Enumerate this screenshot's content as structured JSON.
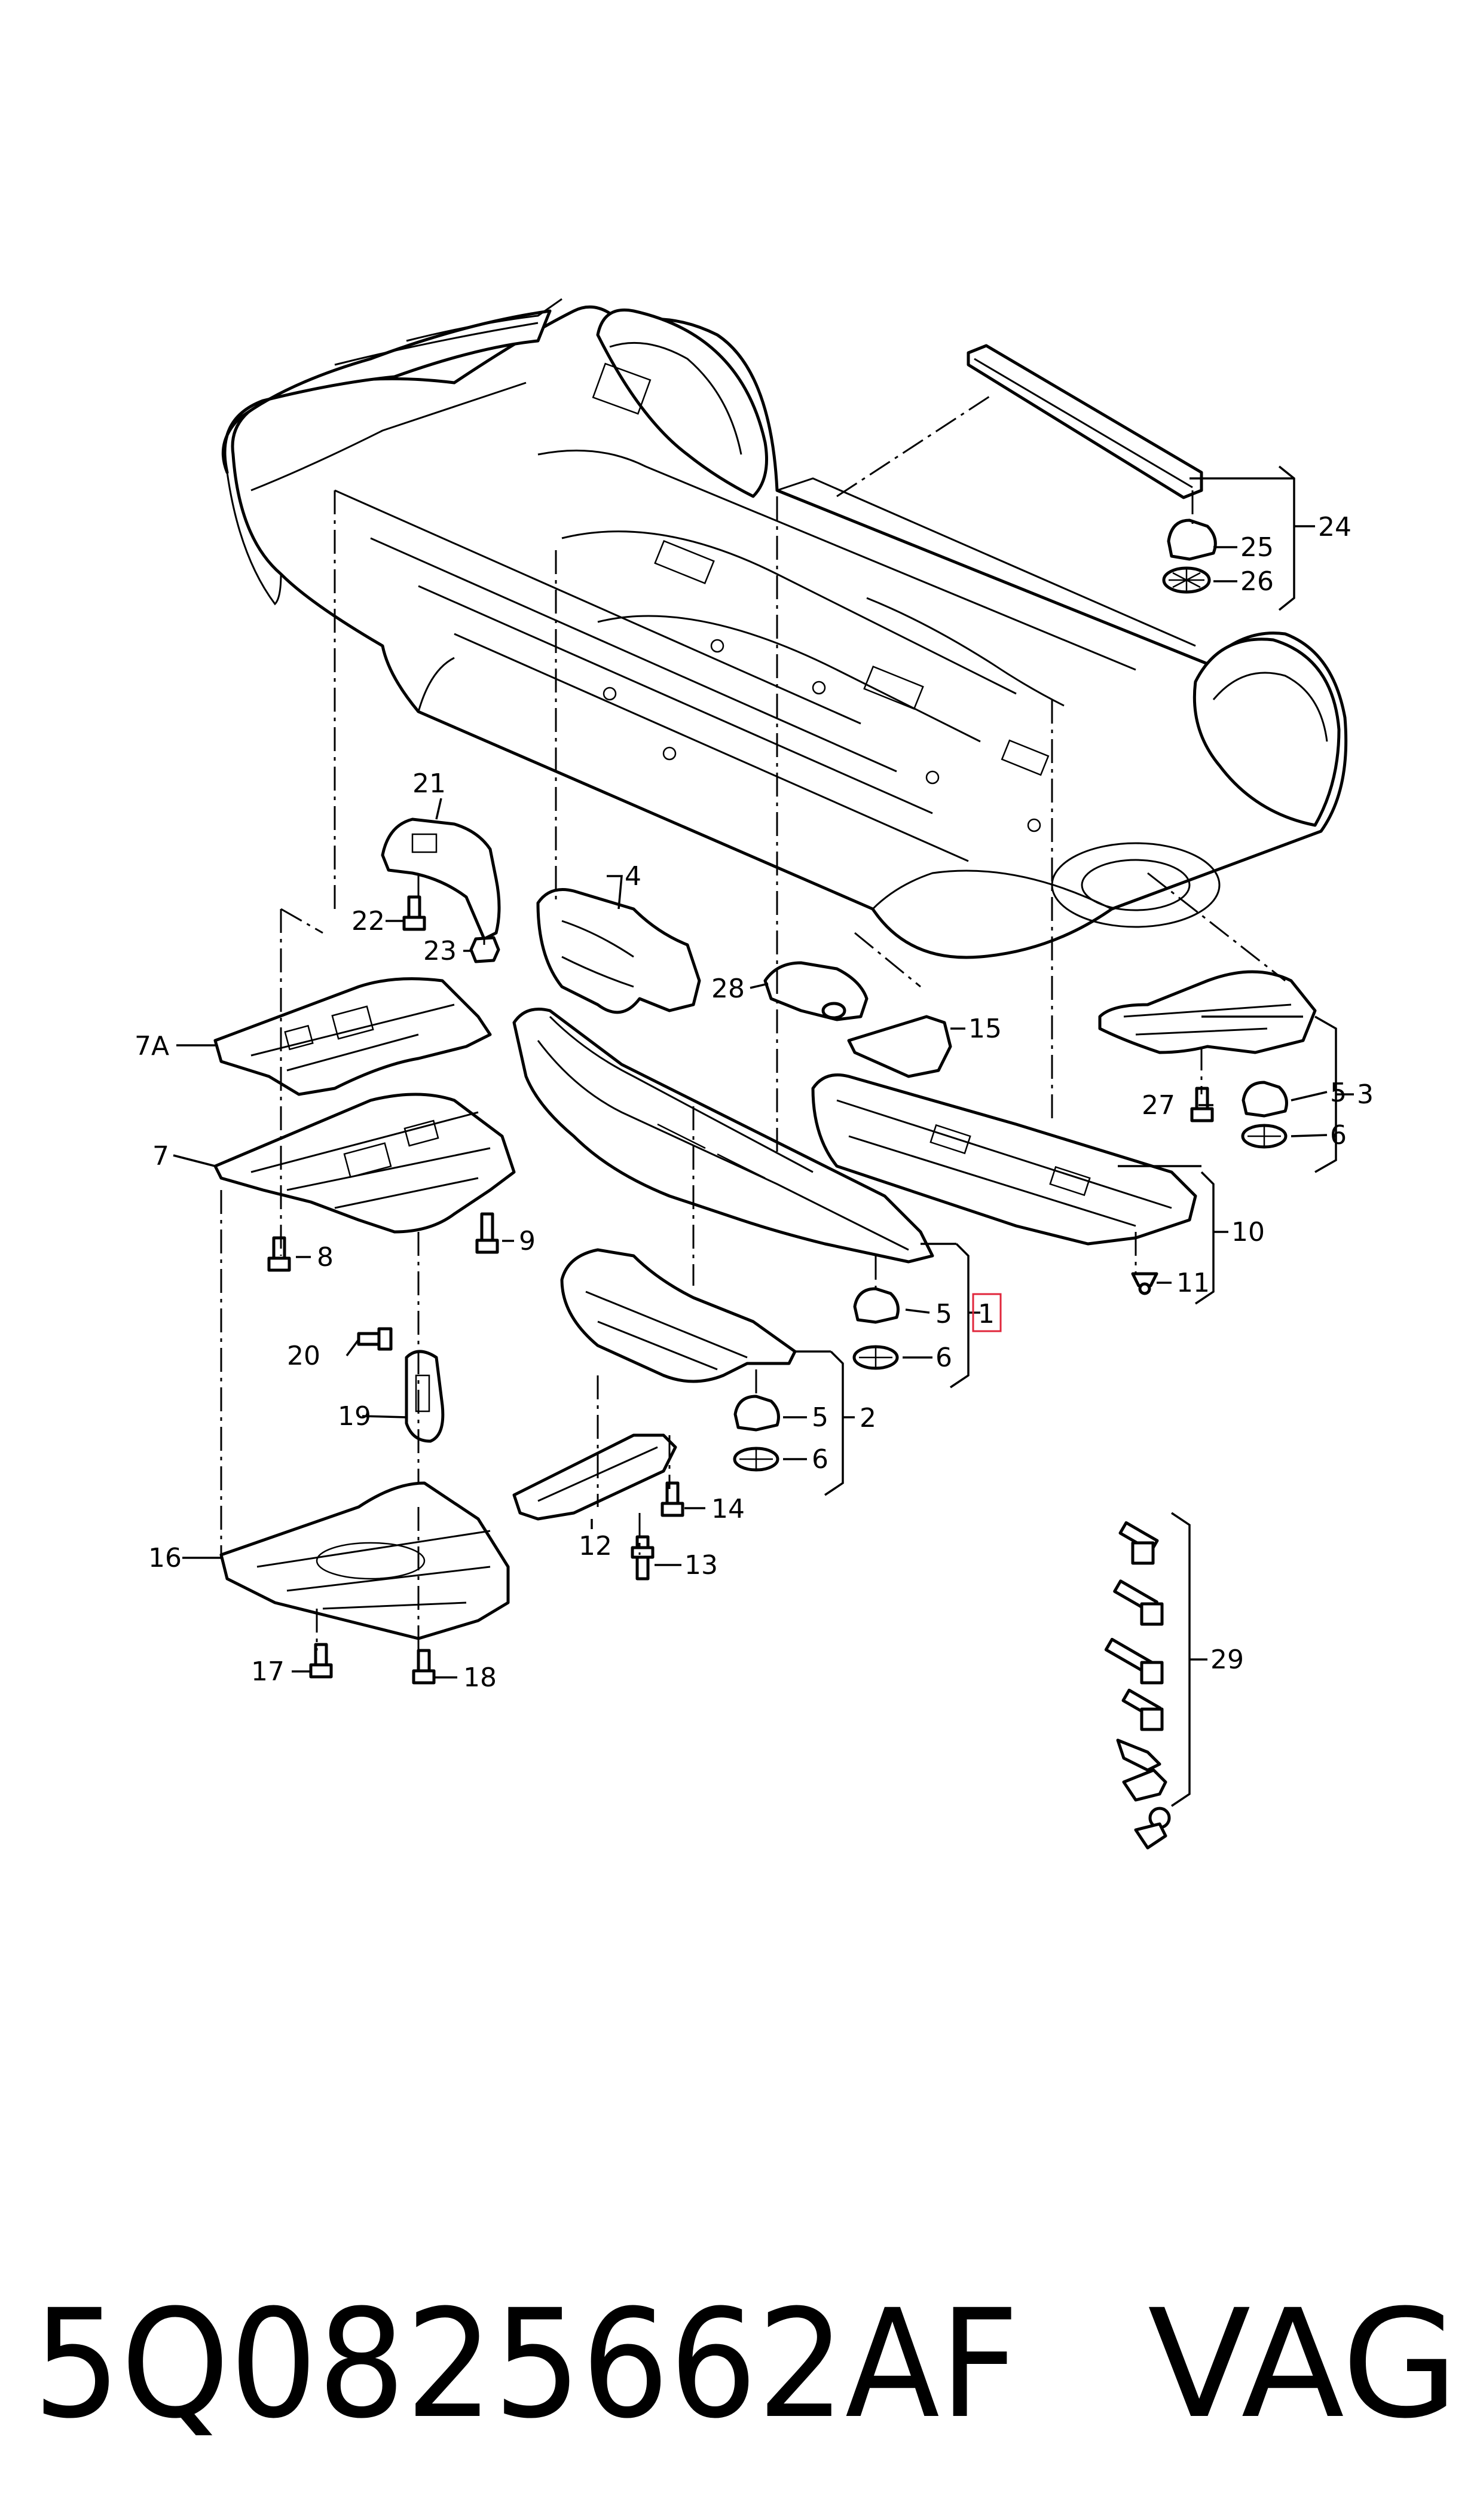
{
  "diagram": {
    "callouts": [
      {
        "id": "c1",
        "label": "1"
      },
      {
        "id": "c2",
        "label": "2"
      },
      {
        "id": "c3",
        "label": "3"
      },
      {
        "id": "c4",
        "label": "4"
      },
      {
        "id": "c5a",
        "label": "5"
      },
      {
        "id": "c5b",
        "label": "5"
      },
      {
        "id": "c5c",
        "label": "5"
      },
      {
        "id": "c6a",
        "label": "6"
      },
      {
        "id": "c6b",
        "label": "6"
      },
      {
        "id": "c6c",
        "label": "6"
      },
      {
        "id": "c7",
        "label": "7"
      },
      {
        "id": "c7a",
        "label": "7A"
      },
      {
        "id": "c8",
        "label": "8"
      },
      {
        "id": "c9",
        "label": "9"
      },
      {
        "id": "c10",
        "label": "10"
      },
      {
        "id": "c11",
        "label": "11"
      },
      {
        "id": "c12",
        "label": "12"
      },
      {
        "id": "c13",
        "label": "13"
      },
      {
        "id": "c14",
        "label": "14"
      },
      {
        "id": "c15",
        "label": "15"
      },
      {
        "id": "c16",
        "label": "16"
      },
      {
        "id": "c17",
        "label": "17"
      },
      {
        "id": "c18",
        "label": "18"
      },
      {
        "id": "c19",
        "label": "19"
      },
      {
        "id": "c20",
        "label": "20"
      },
      {
        "id": "c21",
        "label": "21"
      },
      {
        "id": "c22",
        "label": "22"
      },
      {
        "id": "c23",
        "label": "23"
      },
      {
        "id": "c24",
        "label": "24"
      },
      {
        "id": "c25",
        "label": "25"
      },
      {
        "id": "c26",
        "label": "26"
      },
      {
        "id": "c27",
        "label": "27"
      },
      {
        "id": "c28",
        "label": "28"
      },
      {
        "id": "c29",
        "label": "29"
      }
    ],
    "highlighted_callout": "1",
    "highlight_color": "#e0263b"
  },
  "footer": {
    "part_number": "5Q0825662AF",
    "brand": "VAG"
  }
}
